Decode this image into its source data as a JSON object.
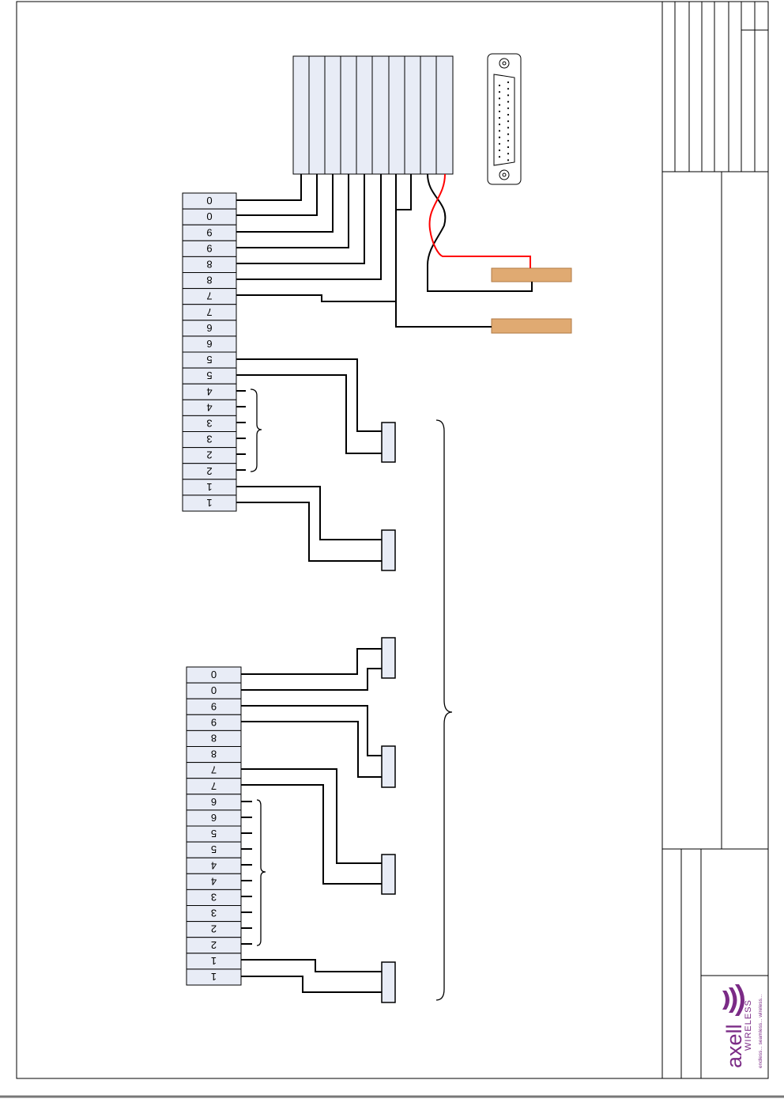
{
  "terminal_block_a": {
    "labels": [
      "0",
      "0",
      "9",
      "9",
      "8",
      "8",
      "7",
      "7",
      "6",
      "6",
      "5",
      "5",
      "4",
      "4",
      "3",
      "3",
      "2",
      "2",
      "1",
      "1"
    ]
  },
  "terminal_block_b": {
    "labels": [
      "0",
      "0",
      "9",
      "9",
      "8",
      "8",
      "7",
      "7",
      "6",
      "6",
      "5",
      "5",
      "4",
      "4",
      "3",
      "3",
      "2",
      "2",
      "1",
      "1"
    ]
  },
  "logo": {
    "brand": "axell",
    "sub": "WIRELESS",
    "tagline": "endless... seamless... wireless..."
  },
  "colors": {
    "terminal_fill": "#e8ecf6",
    "battery_fill": "#e0aa72",
    "power_wire": "#ff0000",
    "wire": "#000000",
    "logo_purple": "#7b2b86"
  }
}
